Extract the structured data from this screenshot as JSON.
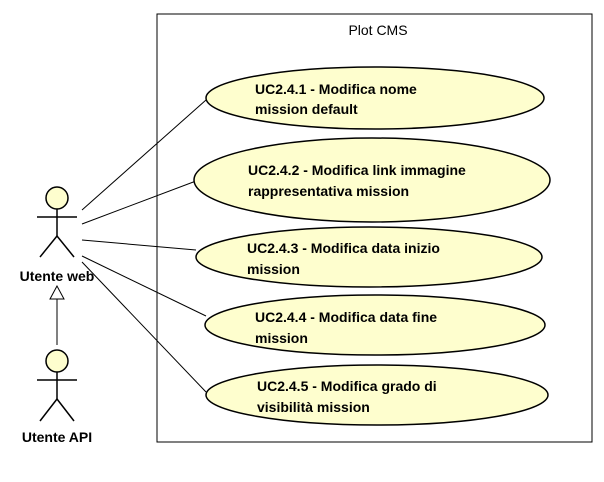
{
  "system": {
    "title": "Plot CMS"
  },
  "actors": [
    {
      "id": "web",
      "label": "Utente web"
    },
    {
      "id": "api",
      "label": "Utente API"
    }
  ],
  "use_cases": [
    {
      "line1": "UC2.4.1 - Modifica nome",
      "line2": "mission default"
    },
    {
      "line1": "UC2.4.2 - Modifica link immagine",
      "line2": "rappresentativa mission"
    },
    {
      "line1": "UC2.4.3 - Modifica data inizio",
      "line2": "mission"
    },
    {
      "line1": "UC2.4.4 - Modifica data fine",
      "line2": "mission"
    },
    {
      "line1": "UC2.4.5 - Modifica grado di",
      "line2": "visibilità mission"
    }
  ],
  "colors": {
    "usecase_fill": "#FEFECE",
    "stroke": "#000000",
    "actor_fill": "#FEFECE"
  }
}
